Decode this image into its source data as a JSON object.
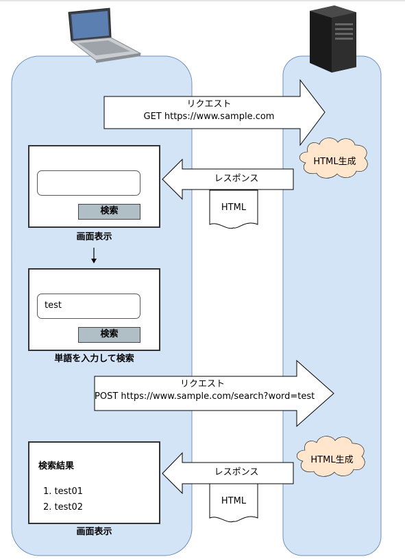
{
  "request1": {
    "title": "リクエスト",
    "line": "GET https://www.sample.com"
  },
  "request2": {
    "title": "リクエスト",
    "line": "POST https://www.sample.com/search?word=test"
  },
  "response1": {
    "label": "レスポンス",
    "doc": "HTML"
  },
  "response2": {
    "label": "レスポンス",
    "doc": "HTML"
  },
  "server_cloud1": "HTML生成",
  "server_cloud2": "HTML生成",
  "screen1": {
    "input_value": "",
    "button": "検索",
    "caption": "画面表示"
  },
  "screen2": {
    "input_value": "test",
    "button": "検索",
    "caption": "単語を入力して検索"
  },
  "screen3": {
    "heading": "検索結果",
    "items": [
      "1. test01",
      "2. test02"
    ],
    "caption": "画面表示"
  },
  "colors": {
    "lane": "#d4e4f7",
    "lane_border": "#6c8ebf",
    "button": "#b0bec5"
  },
  "icons": {
    "client": "laptop-icon",
    "server": "server-tower-icon"
  }
}
